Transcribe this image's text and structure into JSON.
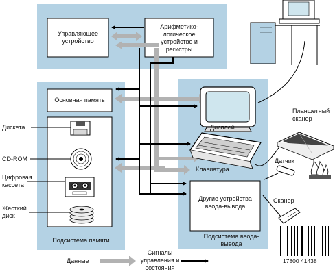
{
  "cpu": {
    "control_unit": "Управляющее устройство",
    "alu": "Арифметико-логическое устройство и регистры"
  },
  "memory": {
    "main_memory": "Основная память",
    "devices": [
      "Дискета",
      "CD-ROM",
      "Цифровая кассета",
      "Жесткий диск"
    ],
    "subsystem": "Подсистема памяти"
  },
  "io": {
    "display": "Дисплей",
    "keyboard": "Клавиатура",
    "other_devices": "Другие устройства ввода-вывода",
    "subsystem": "Подсистема ввода-вывода"
  },
  "peripherals": {
    "flatbed_scanner": "Планшетный сканер",
    "sensor": "Датчик",
    "scanner": "Сканер",
    "barcode_number": "17800 41438"
  },
  "legend": {
    "data": "Данные",
    "signals": "Сигналы управления и состояния"
  },
  "colors": {
    "panel": "#b4d2e4",
    "data_arrow": "#b2b2b2",
    "signal_arrow": "#000000",
    "screen": "#cfe6ee"
  }
}
